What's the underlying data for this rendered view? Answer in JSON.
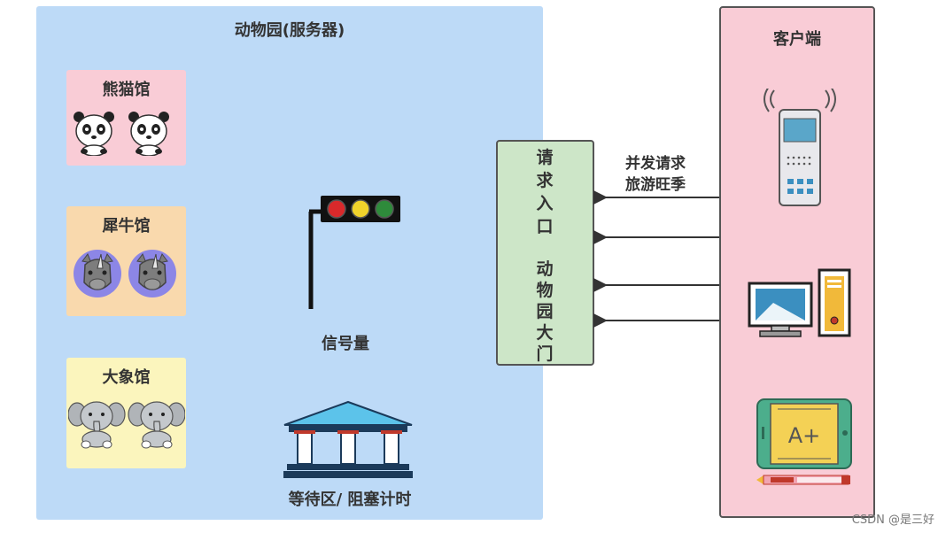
{
  "server": {
    "title": "动物园(服务器)",
    "halls": [
      {
        "name": "熊猫馆",
        "animal": "panda-icon",
        "count": 2,
        "color": "#f9ccd6"
      },
      {
        "name": "犀牛馆",
        "animal": "rhino-icon",
        "count": 2,
        "color": "#f9d9ad"
      },
      {
        "name": "大象馆",
        "animal": "elephant-icon",
        "count": 2,
        "color": "#fbf5bd"
      }
    ],
    "signal_label": "信号量",
    "waiting_label": "等待区/ 阻塞计时"
  },
  "gate": {
    "chars_top": [
      "请",
      "求",
      "入",
      "口"
    ],
    "chars_bottom": [
      "动",
      "物",
      "园",
      "大",
      "门"
    ]
  },
  "requests": {
    "label_line1": "并发请求",
    "label_line2": "旅游旺季",
    "arrow_count": 4
  },
  "client": {
    "title": "客户端",
    "devices": [
      "mobile-phone-icon",
      "desktop-computer-icon",
      "tablet-icon"
    ]
  },
  "watermark": "CSDN @是三好",
  "colors": {
    "server_bg": "#bddaf7",
    "client_bg": "#f9ccd6",
    "gate_bg": "#cde6c8"
  }
}
